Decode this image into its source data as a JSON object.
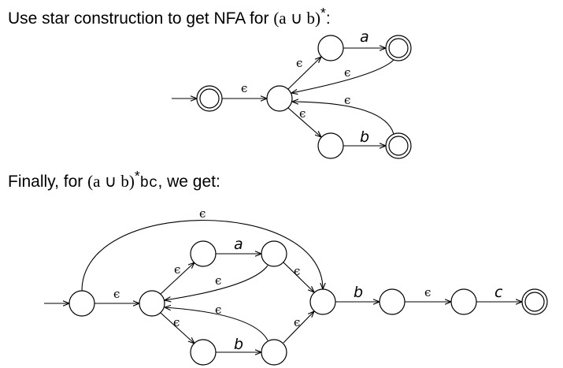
{
  "headings": {
    "first_prefix": "Use star construction to get NFA for ",
    "first_expr": "(a ∪ b)",
    "first_star": "*",
    "first_suffix": ":",
    "second_prefix": "Finally, for ",
    "second_expr": "(a ∪ b)",
    "second_star": "*",
    "second_mono": "bc",
    "second_suffix": ", we get:"
  },
  "diagram1": {
    "labels": {
      "start_eps": "ϵ",
      "eps_up": "ϵ",
      "eps_down": "ϵ",
      "a": "a",
      "b": "b",
      "eps_back_top": "ϵ",
      "eps_back_bottom": "ϵ"
    }
  },
  "diagram2": {
    "labels": {
      "eps_bypass": "ϵ",
      "eps_start": "ϵ",
      "eps_up": "ϵ",
      "a": "a",
      "eps_back_top": "ϵ",
      "eps_to_join_top": "ϵ",
      "eps_down": "ϵ",
      "eps_back_bottom": "ϵ",
      "b_lower": "b",
      "eps_to_join_bottom": "ϵ",
      "b": "b",
      "eps_mid": "ϵ",
      "c": "c"
    }
  }
}
